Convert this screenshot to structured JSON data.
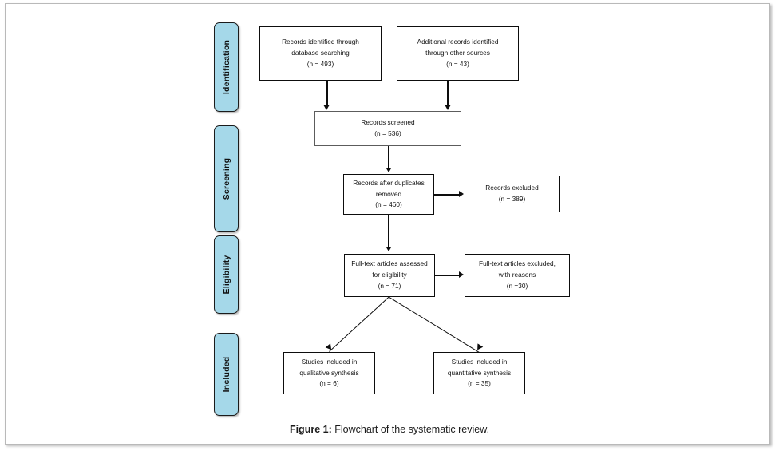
{
  "figure": {
    "caption_lead": "Figure 1:",
    "caption_text": " Flowchart of the systematic review."
  },
  "colors": {
    "pill_fill": "#a5d8e9",
    "pill_border": "#1b1b1b",
    "box_border": "#0d0d0d",
    "page_border": "#b9b9b9",
    "text": "#111111"
  },
  "stages": [
    {
      "id": "identification",
      "label": "Identification"
    },
    {
      "id": "screening",
      "label": "Screening"
    },
    {
      "id": "eligibility",
      "label": "Eligibility"
    },
    {
      "id": "included",
      "label": "Included"
    }
  ],
  "boxes": {
    "records_identified": {
      "line1": "Records identified through",
      "line2": "database searching",
      "line3": "(n = 493)"
    },
    "additional_records": {
      "line1": "Additional records identified",
      "line2": "through other sources",
      "line3": "(n = 43)"
    },
    "records_screened": {
      "line1": "Records screened",
      "line2": "(n = 536)"
    },
    "records_after_duplicates": {
      "line1": "Records after duplicates",
      "line2": "removed",
      "line3": "(n = 460)"
    },
    "records_excluded": {
      "line1": "Records excluded",
      "line2": "(n = 389)"
    },
    "fulltext_assessed": {
      "line1": "Full-text articles assessed",
      "line2": "for eligibility",
      "line3": "(n = 71)"
    },
    "fulltext_excluded": {
      "line1": "Full-text articles excluded,",
      "line2": "with reasons",
      "line3": "(n =30)"
    },
    "qualitative_synthesis": {
      "line1": "Studies included in",
      "line2": "qualitative synthesis",
      "line3": "(n = 6)"
    },
    "quantitative_synthesis": {
      "line1": "Studies included in",
      "line2": "quantitative synthesis",
      "line3": "(n = 35)"
    }
  },
  "chart_data": {
    "type": "diagram",
    "diagram_kind": "PRISMA flow diagram",
    "title": "Flowchart of the systematic review",
    "stages": [
      "Identification",
      "Screening",
      "Eligibility",
      "Included"
    ],
    "nodes": [
      {
        "id": "records_identified",
        "stage": "Identification",
        "label": "Records identified through database searching",
        "n": 493
      },
      {
        "id": "additional_records",
        "stage": "Identification",
        "label": "Additional records identified through other sources",
        "n": 43
      },
      {
        "id": "records_screened",
        "stage": "Screening",
        "label": "Records screened",
        "n": 536
      },
      {
        "id": "records_after_duplicates",
        "stage": "Screening",
        "label": "Records after duplicates removed",
        "n": 460
      },
      {
        "id": "records_excluded",
        "stage": "Screening",
        "label": "Records excluded",
        "n": 389
      },
      {
        "id": "fulltext_assessed",
        "stage": "Eligibility",
        "label": "Full-text articles assessed for eligibility",
        "n": 71
      },
      {
        "id": "fulltext_excluded",
        "stage": "Eligibility",
        "label": "Full-text articles excluded, with reasons",
        "n": 30
      },
      {
        "id": "qualitative_synthesis",
        "stage": "Included",
        "label": "Studies included in qualitative synthesis",
        "n": 6
      },
      {
        "id": "quantitative_synthesis",
        "stage": "Included",
        "label": "Studies included in quantitative synthesis",
        "n": 35
      }
    ],
    "edges": [
      {
        "from": "records_identified",
        "to": "records_screened",
        "direction": "down"
      },
      {
        "from": "additional_records",
        "to": "records_screened",
        "direction": "down"
      },
      {
        "from": "records_screened",
        "to": "records_after_duplicates",
        "direction": "down"
      },
      {
        "from": "records_after_duplicates",
        "to": "records_excluded",
        "direction": "right"
      },
      {
        "from": "records_after_duplicates",
        "to": "fulltext_assessed",
        "direction": "down"
      },
      {
        "from": "fulltext_assessed",
        "to": "fulltext_excluded",
        "direction": "right"
      },
      {
        "from": "fulltext_assessed",
        "to": "qualitative_synthesis",
        "direction": "diagonal-down-left"
      },
      {
        "from": "fulltext_assessed",
        "to": "quantitative_synthesis",
        "direction": "diagonal-down-right"
      }
    ]
  }
}
